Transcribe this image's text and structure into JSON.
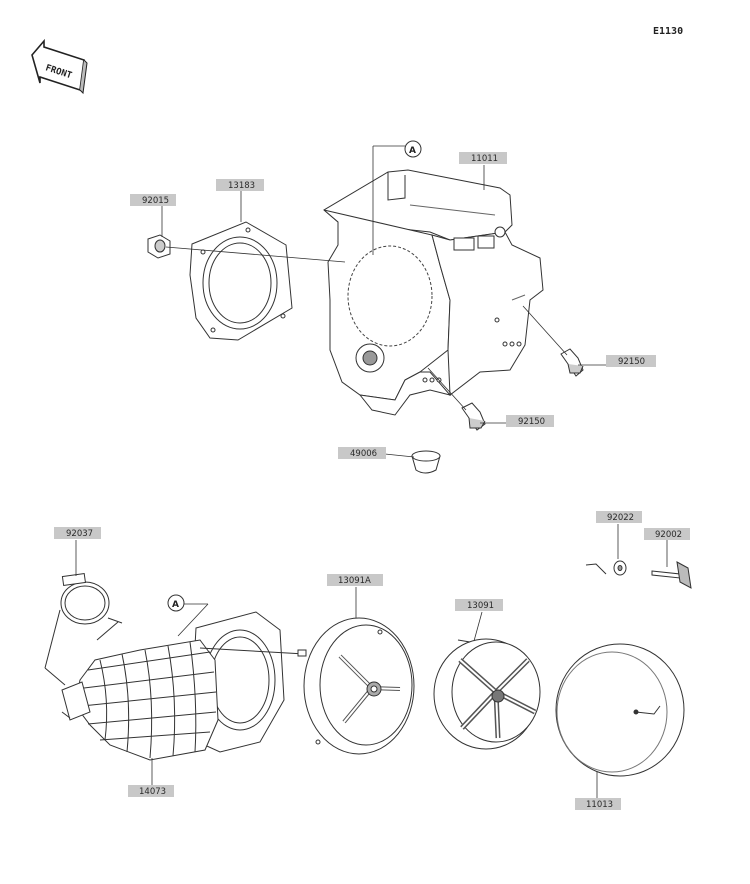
{
  "diagram": {
    "code": "E1130",
    "front_label": "FRONT",
    "callout_letter": "A",
    "colors": {
      "line": "#333333",
      "label_bg": "#c8c8c8",
      "label_text": "#2a2a2a"
    },
    "parts": {
      "p92015": "92015",
      "p13183": "13183",
      "p11011": "11011",
      "p92150a": "92150",
      "p92150b": "92150",
      "p49006": "49006",
      "p92037": "92037",
      "p13091A": "13091A",
      "p13091": "13091",
      "p92022": "92022",
      "p92002": "92002",
      "p14073": "14073",
      "p11013": "11013"
    }
  }
}
